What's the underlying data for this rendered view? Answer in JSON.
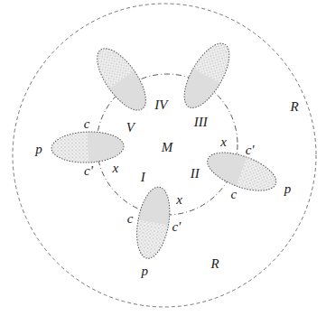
{
  "diagram": {
    "labels": [
      "IV",
      "III",
      "c",
      "V",
      "M",
      "p",
      "c'",
      "x",
      "II",
      "x",
      "c'",
      "c",
      "p",
      "R",
      "I",
      "x",
      "c",
      "c'",
      "p",
      "R"
    ]
  }
}
